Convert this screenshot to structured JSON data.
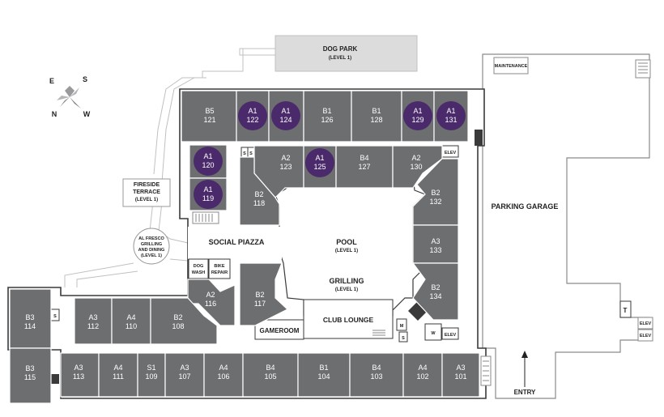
{
  "colors": {
    "unit": "#6d6e70",
    "highlight": "#4a2a6a",
    "outline": "#3a3a3a",
    "light": "#dcdcdd",
    "path": "#bfc0c2"
  },
  "compass": {
    "e": "E",
    "s": "S",
    "n": "N",
    "w": "W"
  },
  "amenities": {
    "dog_park": {
      "name": "DOG PARK",
      "level": "(LEVEL 1)"
    },
    "fireside": {
      "line1": "FIRESIDE",
      "line2": "TERRACE",
      "level": "(LEVEL 1)"
    },
    "al_fresco": {
      "line1": "AL FRESCO",
      "line2": "GRILLING",
      "line3": "AND DINING",
      "level": "(LEVEL 1)"
    },
    "social_piazza": "SOCIAL PIAZZA",
    "pool": {
      "name": "POOL",
      "level": "(LEVEL 1)"
    },
    "grilling": {
      "name": "GRILLING",
      "level": "(LEVEL 1)"
    },
    "club_lounge": "CLUB LOUNGE",
    "gameroom": "GAMEROOM",
    "dog_wash": {
      "line1": "DOG",
      "line2": "WASH"
    },
    "bike_repair": {
      "line1": "BIKE",
      "line2": "REPAIR"
    },
    "parking_garage": "PARKING GARAGE",
    "maintenance": "MAINTENANCE",
    "entry": "ENTRY",
    "elev": "ELEV",
    "s": "S",
    "m": "M",
    "w": "W",
    "t": "T"
  },
  "units": [
    {
      "type": "B5",
      "num": "121",
      "hl": false
    },
    {
      "type": "A1",
      "num": "122",
      "hl": true
    },
    {
      "type": "A1",
      "num": "124",
      "hl": true
    },
    {
      "type": "B1",
      "num": "126",
      "hl": false
    },
    {
      "type": "B1",
      "num": "128",
      "hl": false
    },
    {
      "type": "A1",
      "num": "129",
      "hl": true
    },
    {
      "type": "A1",
      "num": "131",
      "hl": true
    },
    {
      "type": "A1",
      "num": "120",
      "hl": true
    },
    {
      "type": "A1",
      "num": "119",
      "hl": true
    },
    {
      "type": "A2",
      "num": "123",
      "hl": false
    },
    {
      "type": "A1",
      "num": "125",
      "hl": true
    },
    {
      "type": "B4",
      "num": "127",
      "hl": false
    },
    {
      "type": "A2",
      "num": "130",
      "hl": false
    },
    {
      "type": "B2",
      "num": "118",
      "hl": false
    },
    {
      "type": "B2",
      "num": "132",
      "hl": false
    },
    {
      "type": "A3",
      "num": "133",
      "hl": false
    },
    {
      "type": "B2",
      "num": "134",
      "hl": false
    },
    {
      "type": "A2",
      "num": "116",
      "hl": false
    },
    {
      "type": "B2",
      "num": "117",
      "hl": false
    },
    {
      "type": "B3",
      "num": "114",
      "hl": false
    },
    {
      "type": "B3",
      "num": "115",
      "hl": false
    },
    {
      "type": "A3",
      "num": "112",
      "hl": false
    },
    {
      "type": "A4",
      "num": "110",
      "hl": false
    },
    {
      "type": "B2",
      "num": "108",
      "hl": false
    },
    {
      "type": "A3",
      "num": "113",
      "hl": false
    },
    {
      "type": "A4",
      "num": "111",
      "hl": false
    },
    {
      "type": "S1",
      "num": "109",
      "hl": false
    },
    {
      "type": "A3",
      "num": "107",
      "hl": false
    },
    {
      "type": "A4",
      "num": "106",
      "hl": false
    },
    {
      "type": "B4",
      "num": "105",
      "hl": false
    },
    {
      "type": "B1",
      "num": "104",
      "hl": false
    },
    {
      "type": "B4",
      "num": "103",
      "hl": false
    },
    {
      "type": "A4",
      "num": "102",
      "hl": false
    },
    {
      "type": "A3",
      "num": "101",
      "hl": false
    }
  ]
}
